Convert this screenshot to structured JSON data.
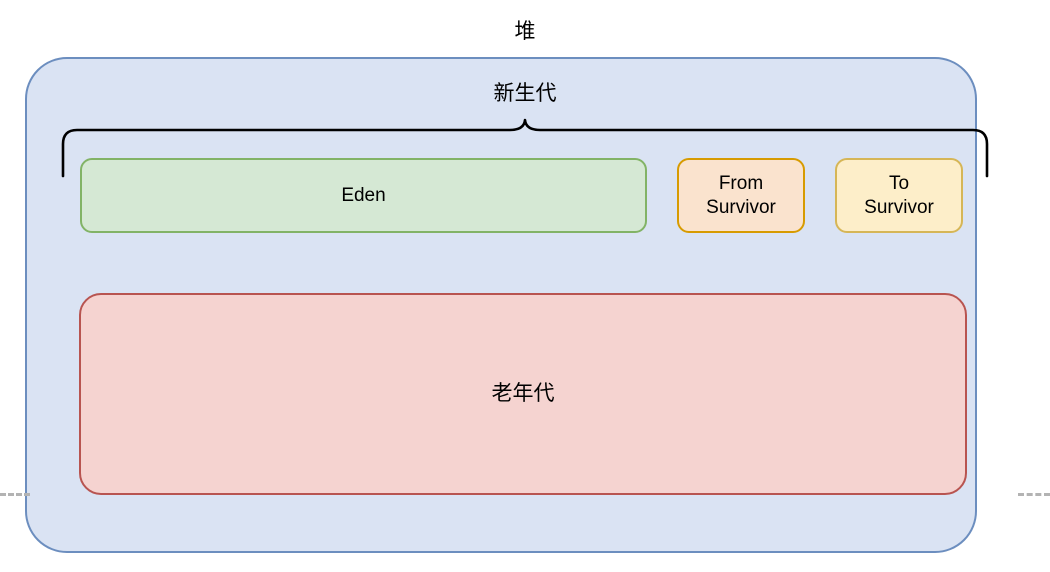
{
  "diagram": {
    "title": "堆",
    "young_generation": {
      "label": "新生代",
      "regions": [
        {
          "name": "eden",
          "label": "Eden",
          "fill": "#d5e8d4",
          "stroke": "#82b366"
        },
        {
          "name": "from-survivor",
          "label": "From\nSurvivor",
          "fill": "#fae3ce",
          "stroke": "#d79b00"
        },
        {
          "name": "to-survivor",
          "label": "To\nSurvivor",
          "fill": "#fdeec9",
          "stroke": "#d6b656"
        }
      ]
    },
    "old_generation": {
      "label": "老年代",
      "fill": "#f5d3d0",
      "stroke": "#b85450"
    },
    "container": {
      "fill": "#dae3f3",
      "stroke": "#6c8ebf"
    },
    "colors": {
      "background": "#ffffff",
      "text": "#000000",
      "cut_line": "#b3b3b3"
    }
  }
}
